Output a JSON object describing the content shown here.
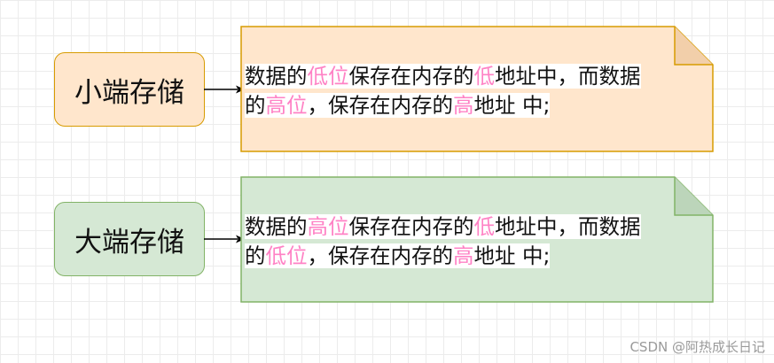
{
  "little_endian": {
    "label": "小端存储",
    "text": [
      [
        "数据的",
        "低位",
        "保存在内存的",
        "低",
        "地址中，而数据"
      ],
      [
        "的",
        "高位",
        "，保存在内存的",
        "高",
        "地址 中;"
      ]
    ]
  },
  "big_endian": {
    "label": "大端存储",
    "text": [
      [
        "数据的",
        "高位",
        "保存在内存的",
        "低",
        "地址中，而数据"
      ],
      [
        "的",
        "低位",
        "，保存在内存的",
        "高",
        "地址 中;"
      ]
    ]
  },
  "watermark": "CSDN @阿热成长日记",
  "colors": {
    "orange_fill": "#ffe6cc",
    "orange_stroke": "#d79b00",
    "green_fill": "#d5e8d4",
    "green_stroke": "#82b366",
    "highlight": "#ff82c5"
  }
}
